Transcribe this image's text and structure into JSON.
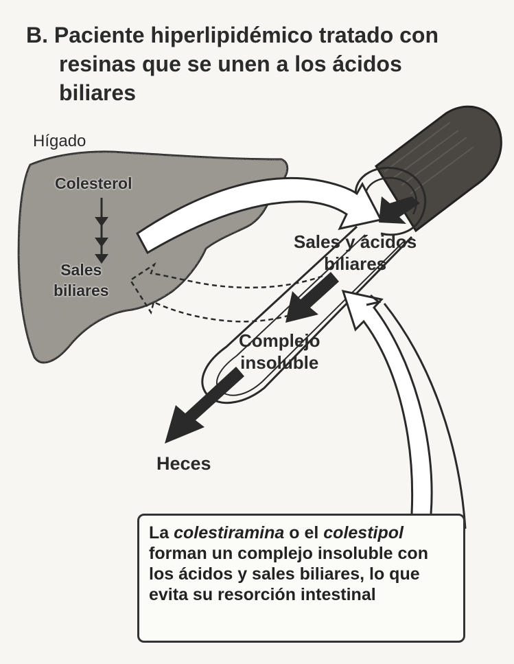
{
  "title": {
    "line1": "B. Paciente hiperlipidémico tratado con",
    "line2": "resinas que se unen a los ácidos",
    "line3": "biliares"
  },
  "labels": {
    "liver": "Hígado",
    "cholesterol": "Colesterol",
    "bile_salts_1": "Sales",
    "bile_salts_2": "biliares",
    "bile_acids_1": "Sales y ácidos",
    "bile_acids_2": "biliares",
    "complex_1": "Complejo",
    "complex_2": "insoluble",
    "feces": "Heces"
  },
  "note": {
    "p1": "La ",
    "drug1": "colestiramina",
    "p2": " o el ",
    "drug2": "colestipol",
    "p3": " forman un complejo insoluble con los ácidos y sales biliares, lo que evita su resorción intestinal"
  },
  "colors": {
    "ink": "#2b2b2b",
    "liver_fill": "#8d8a84",
    "intestine_fill": "#4a4642",
    "paper": "#f7f6f2"
  }
}
